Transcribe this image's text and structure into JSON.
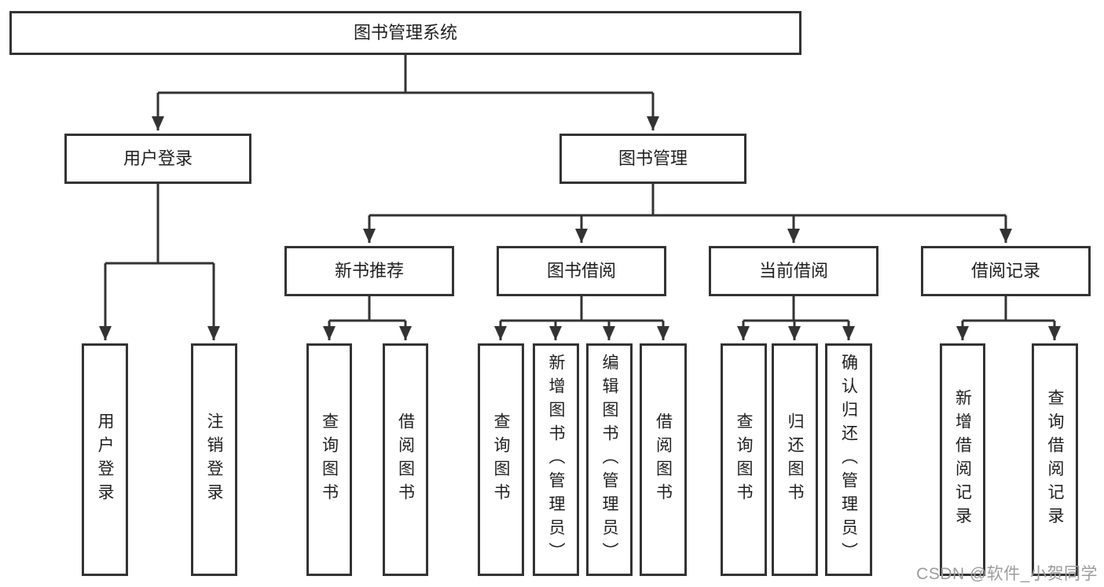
{
  "diagram": {
    "root": {
      "label": "图书管理系统"
    },
    "level2": [
      {
        "label": "用户登录"
      },
      {
        "label": "图书管理"
      }
    ],
    "level3": [
      {
        "label": "新书推荐"
      },
      {
        "label": "图书借阅"
      },
      {
        "label": "当前借阅"
      },
      {
        "label": "借阅记录"
      }
    ],
    "leaves": {
      "user_login": [
        {
          "label": "用户登录"
        },
        {
          "label": "注销登录"
        }
      ],
      "new_books": [
        {
          "label": "查询图书"
        },
        {
          "label": "借阅图书"
        }
      ],
      "book_borrow": [
        {
          "label": "查询图书"
        },
        {
          "label": "新增图书（管理员）"
        },
        {
          "label": "编辑图书（管理员）"
        },
        {
          "label": "借阅图书"
        }
      ],
      "current_borrow": [
        {
          "label": "查询图书"
        },
        {
          "label": "归还图书"
        },
        {
          "label": "确认归还（管理员）"
        }
      ],
      "borrow_records": [
        {
          "label": "新增借阅记录"
        },
        {
          "label": "查询借阅记录"
        }
      ]
    },
    "watermark": "CSDN @软件_小贺同学",
    "colors": {
      "line": "#333333",
      "text": "#1f1f1f",
      "watermark": "#9c9c9c",
      "background": "#ffffff"
    }
  }
}
